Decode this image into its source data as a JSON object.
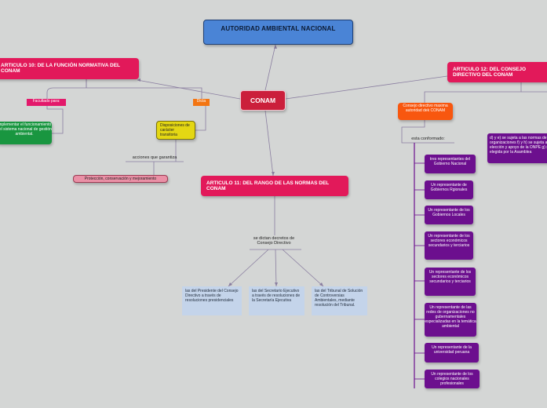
{
  "root": {
    "title": "AUTORIDAD AMBIENTAL NACIONAL"
  },
  "center": {
    "label": "CONAM"
  },
  "art10": {
    "title": "ARTICULO 10: DE LA FUNCIÓN NORMATIVA DEL CONAM",
    "facultado": "Facultado para:",
    "implementar": "Implementar el funcionamiento del sistema nacional de gestión ambiental."
  },
  "dicta": {
    "label": "Dicta",
    "disposiciones": "Disposiciones de carácter transitoria",
    "acciones": "acciones que garantiza",
    "proteccion": "Protección, conservación y mejoramiento"
  },
  "art11": {
    "title": "ARTICULO 11: DEL RANGO DE LAS NORMAS DEL CONAM",
    "se_dictan": "se dictan decretos de Consejo Directivo",
    "leaves": [
      "las del Presidente del Consejo Directivo a través de resoluciones presidenciales",
      "las del Secretario Ejecutivo a través de resoluciones de la Secretaría Ejecutiva",
      "las del Tribunal de Solución de Controversias Ambientales, mediante resolución del Tribunal."
    ]
  },
  "art12": {
    "title": "ARTICULO 12: DEL CONSEJO DIRECTIVO DEL CONAM",
    "consejo": "Consejo directivo maxima autoridad dek CONAM",
    "esta": "esta conformado:",
    "note": "d) y e) se sujeta a las normas de sus organizaciones f) y h) se sujeta a la elección y apoyo de la ONPE g) será elegida por la Asamblea",
    "members": [
      "tres representantes del Gobierno Nacional",
      "Un representante de Gobiernos Rgionales",
      "Un representante de los Gobiernos Locales",
      "Un representante de los sectores económicos secundarios y terciarios",
      "Un representante de los sectores económicos secundarios y terciarios",
      "Un representante de las redes de organizaciones no gubernamentales especializadas en la temática ambiental",
      "Un representante de la universidad peruana",
      "Un representante de los colegios nacionales profesionales"
    ]
  },
  "colors": {
    "background": "#d4d6d5",
    "root": "#4a84d6",
    "center": "#cb1f3b",
    "article": "#e2195a",
    "member": "#6c0f8e",
    "leaf": "#c4d4ea",
    "line": "#7f7396"
  }
}
